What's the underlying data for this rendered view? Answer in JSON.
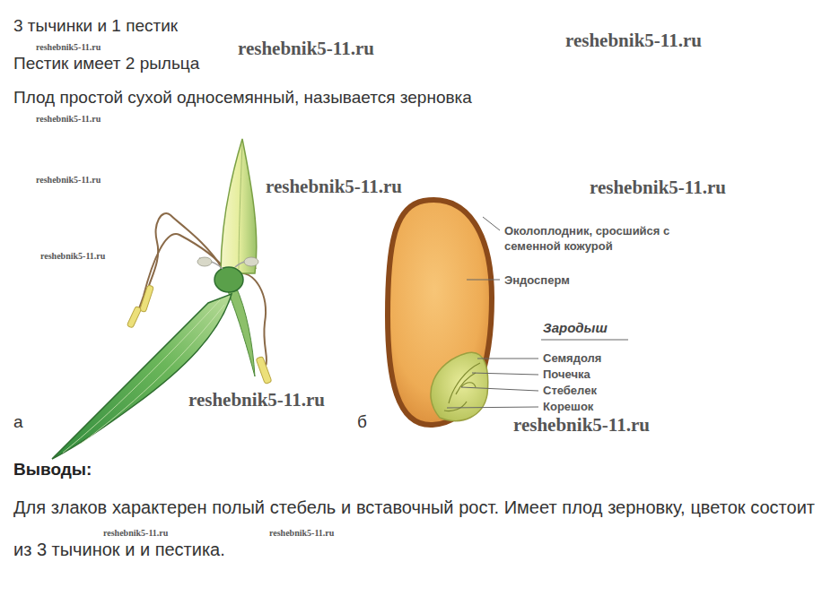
{
  "diagram": {
    "labels": [
      "3 тычинки и 1 пестик",
      "Пестик имеет 2 рыльца",
      "Плод простой сухой односемянный, называется зерновка",
      "а",
      "б",
      "Выводы:",
      "Для злаков характерен полый стебель и вставочный рост. Имеет плод зерновку, цветок состоит из 3 тычинок и и пестика.",
      "Околоплодник, сросшийся с семенной кожурой",
      "Эндосперм",
      "Зародыш",
      "Семядоля",
      "Почечка",
      "Стебелек",
      "Корешок",
      "reshebnik5-11.ru",
      "reshebnik5-11.ru",
      "reshebnik5-11.ru",
      "reshebnik5-11.ru",
      "reshebnik5-11.ru",
      "reshebnik5-11.ru",
      "reshebnik5-11.ru",
      "reshebnik5-11.ru",
      "reshebnik5-11.ru",
      "reshebnik5-11.ru",
      "reshebnik5-11.ru",
      "reshebnik5-11.ru"
    ]
  }
}
